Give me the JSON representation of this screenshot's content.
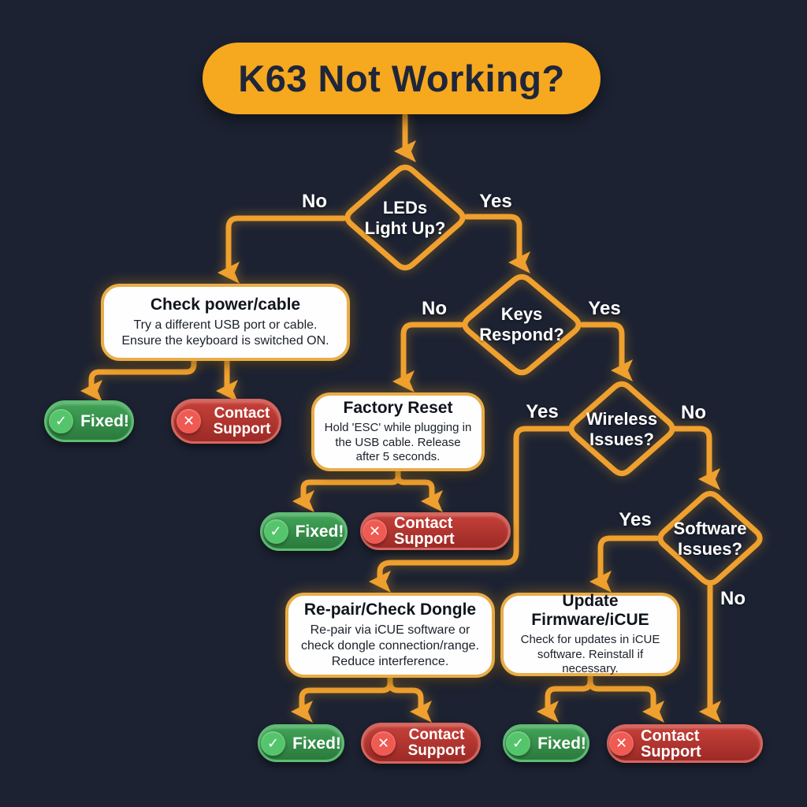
{
  "colors": {
    "background": "#1C2232",
    "accent_orange": "#F5A623",
    "box_border_gold": "#E9AD4A",
    "box_fill": "#FEFEFE",
    "success_green": "#2F8742",
    "danger_red": "#B23430",
    "title_fill": "#F6A81F",
    "title_text": "#20263A",
    "light_text": "#FFFFFF"
  },
  "title": {
    "label": "K63 Not Working?"
  },
  "decisions": {
    "leds": {
      "line1": "LEDs",
      "line2": "Light Up?",
      "no_label": "No",
      "yes_label": "Yes"
    },
    "keys": {
      "line1": "Keys",
      "line2": "Respond?",
      "no_label": "No",
      "yes_label": "Yes"
    },
    "wireless": {
      "line1": "Wireless",
      "line2": "Issues?",
      "yes_label": "Yes",
      "no_label": "No"
    },
    "software": {
      "line1": "Software",
      "line2": "Issues?",
      "yes_label": "Yes",
      "no_label": "No"
    }
  },
  "actions": {
    "power": {
      "title": "Check power/cable",
      "body": "Try a different USB port or cable. Ensure the keyboard is switched ON."
    },
    "reset": {
      "title": "Factory Reset",
      "body": "Hold 'ESC' while plugging in the USB cable. Release after 5 seconds."
    },
    "repair": {
      "title": "Re-pair/Check Dongle",
      "body": "Re-pair via iCUE software or check dongle connection/range. Reduce interference."
    },
    "firmware": {
      "title": "Update Firmware/iCUE",
      "body": "Check for updates in iCUE software. Reinstall if necessary."
    }
  },
  "outcomes": {
    "fixed_label": "Fixed!",
    "contact_label": "Contact Support"
  },
  "icons": {
    "check": "✓",
    "cross": "✕"
  },
  "edges": [
    {
      "from": "title",
      "label": "",
      "to": "leds"
    },
    {
      "from": "leds",
      "label": "No",
      "to": "power"
    },
    {
      "from": "leds",
      "label": "Yes",
      "to": "keys"
    },
    {
      "from": "power",
      "label": "",
      "to": "fixed / contact-support"
    },
    {
      "from": "keys",
      "label": "No",
      "to": "reset"
    },
    {
      "from": "keys",
      "label": "Yes",
      "to": "wireless"
    },
    {
      "from": "reset",
      "label": "",
      "to": "fixed / contact-support"
    },
    {
      "from": "wireless",
      "label": "Yes",
      "to": "repair"
    },
    {
      "from": "wireless",
      "label": "No",
      "to": "software"
    },
    {
      "from": "software",
      "label": "Yes",
      "to": "firmware"
    },
    {
      "from": "software",
      "label": "No",
      "to": "contact-support"
    },
    {
      "from": "repair",
      "label": "",
      "to": "fixed / contact-support"
    },
    {
      "from": "firmware",
      "label": "",
      "to": "fixed / contact-support"
    }
  ]
}
